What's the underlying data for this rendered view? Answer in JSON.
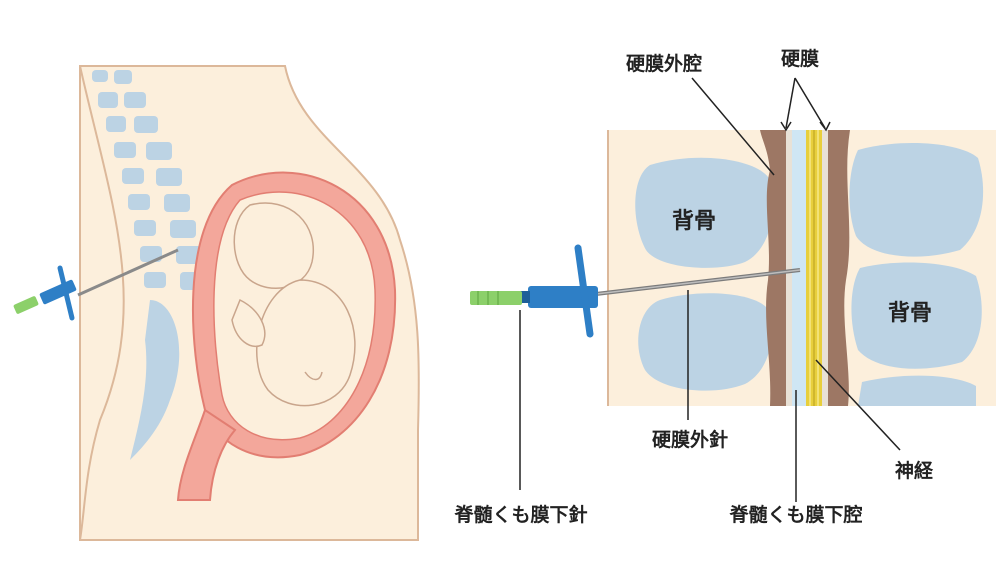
{
  "labels": {
    "epidural_space": "硬膜外腔",
    "dura_mater": "硬膜",
    "vertebra_left": "背骨",
    "vertebra_right": "背骨",
    "epidural_needle": "硬膜外針",
    "nerve": "神経",
    "spinal_needle": "脊髄くも膜下針",
    "subarachnoid_space": "脊髄くも膜下腔"
  },
  "colors": {
    "skin": "#fcefdc",
    "skin_outline": "#dcb89a",
    "bone": "#bcd3e4",
    "uterus": "#f3a79b",
    "uterus_outline": "#e27e72",
    "ligament": "#9d7764",
    "csf": "#cfe6f4",
    "nerve": "#e8cf3c",
    "needle_hub": "#2e7fc6",
    "needle_tip": "#8cd06a"
  }
}
